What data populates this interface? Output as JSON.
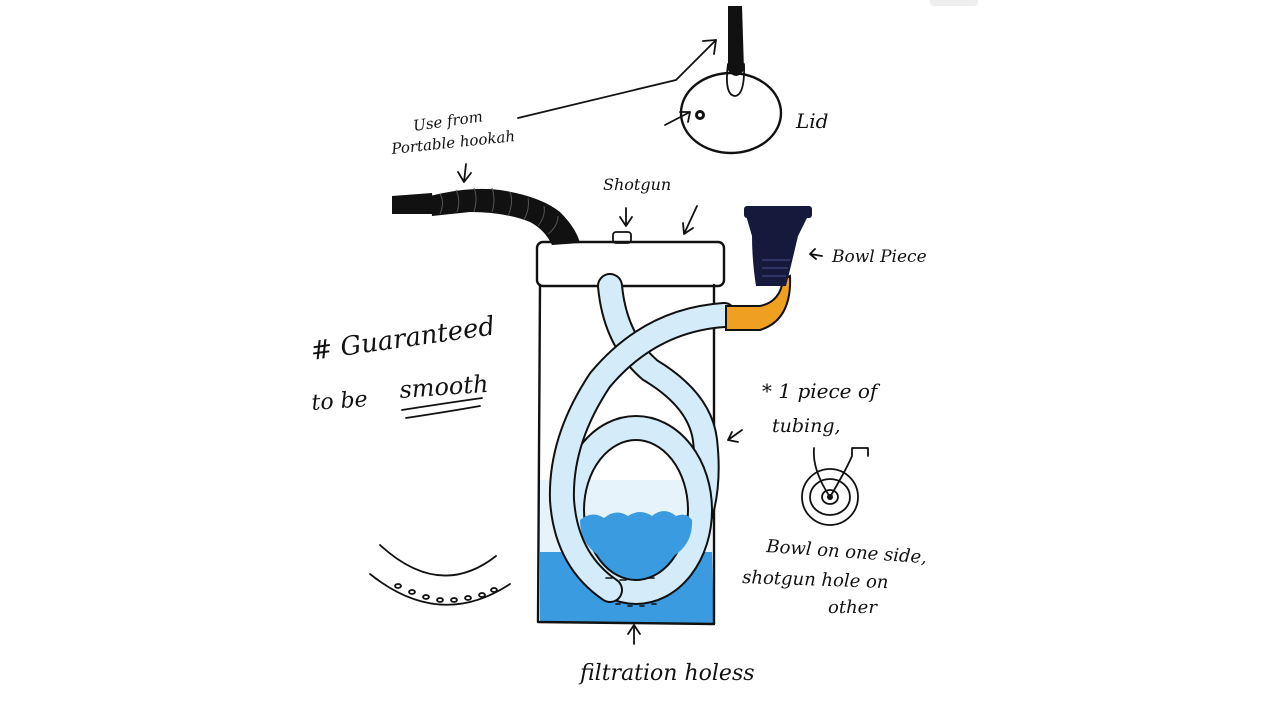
{
  "labels": {
    "lid": "Lid",
    "hose_source": "Use from",
    "hose_source_2": "Portable hookah",
    "shotgun": "Shotgun",
    "bowl_piece": "Bowl Piece",
    "guaranteed_1": "# Guaranteed",
    "guaranteed_2": "to be",
    "guaranteed_smooth": "smooth",
    "tubing_1": "* 1 piece of",
    "tubing_2": "tubing,",
    "bowl_side_1": "Bowl on one side,",
    "bowl_side_2": "shotgun hole on",
    "bowl_side_3": "other",
    "filtration": "filtration holess"
  },
  "colors": {
    "ink": "#111111",
    "water": "#3a9be0",
    "water_light": "#bfe0f7",
    "tube": "#d4ecfa",
    "hose": "#111111",
    "bowl": "#151a3c",
    "elbow": "#f0a020"
  }
}
